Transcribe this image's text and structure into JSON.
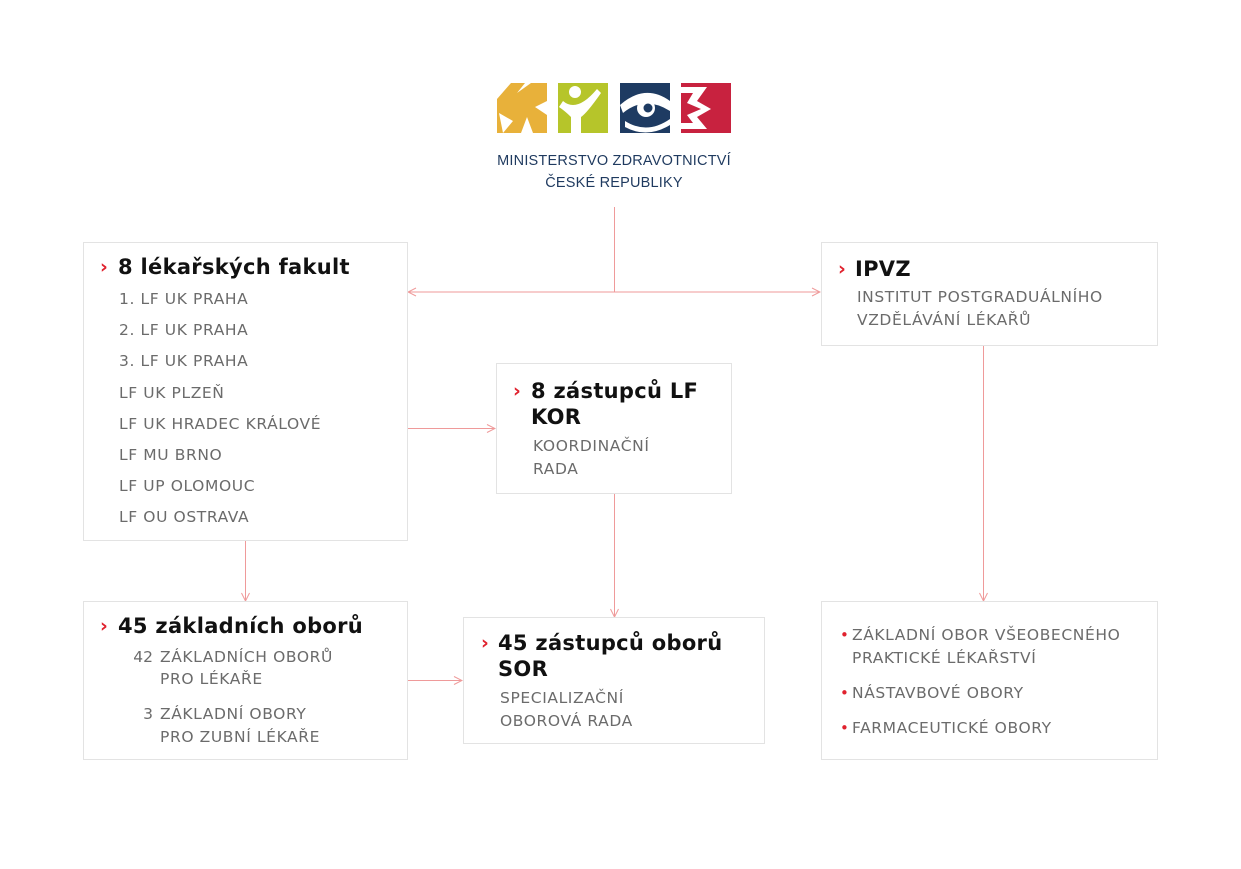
{
  "ministry": {
    "line1": "MINISTERSTVO ZDRAVOTNICTVÍ",
    "line2": "ČESKÉ REPUBLIKY",
    "logo_colors": [
      "#e8b13a",
      "#b6c52a",
      "#1e3b62",
      "#c8223f"
    ]
  },
  "chevron": "›",
  "bullet": "•",
  "faculties": {
    "title": "8 lékařských fakult",
    "items": [
      "1. LF UK PRAHA",
      "2. LF UK PRAHA",
      "3. LF UK PRAHA",
      "LF UK PLZEŇ",
      "LF UK HRADEC KRÁLOVÉ",
      "LF MU BRNO",
      "LF UP OLOMOUC",
      "LF OU OSTRAVA"
    ]
  },
  "ipvz": {
    "title": "IPVZ",
    "subtitle_line1": "INSTITUT POSTGRADUÁLNÍHO",
    "subtitle_line2": "VZDĚLÁVÁNÍ LÉKAŘŮ"
  },
  "kor": {
    "title_line1": "8 zástupců LF",
    "title_line2": "KOR",
    "subtitle_line1": "KOORDINAČNÍ",
    "subtitle_line2": "RADA"
  },
  "basic_fields": {
    "title": "45 základních oborů",
    "rows": [
      {
        "count": "42",
        "line1": "ZÁKLADNÍCH OBORŮ",
        "line2": "PRO LÉKAŘE"
      },
      {
        "count": "3",
        "line1": "ZÁKLADNÍ OBORY",
        "line2": "PRO ZUBNÍ LÉKAŘE"
      }
    ]
  },
  "sor": {
    "title_line1": "45 zástupců oborů",
    "title_line2": "SOR",
    "subtitle_line1": "SPECIALIZAČNÍ",
    "subtitle_line2": "OBOROVÁ RADA"
  },
  "ipvz_fields": {
    "items": [
      {
        "line1": "ZÁKLADNÍ OBOR VŠEOBECNÉHO",
        "line2": "PRAKTICKÉ LÉKAŘSTVÍ"
      },
      {
        "line1": "NÁSTAVBOVÉ OBORY",
        "line2": ""
      },
      {
        "line1": "FARMACEUTICKÉ OBORY",
        "line2": ""
      }
    ]
  },
  "colors": {
    "connector": "#f0a0a0",
    "accent": "#e0222e"
  }
}
